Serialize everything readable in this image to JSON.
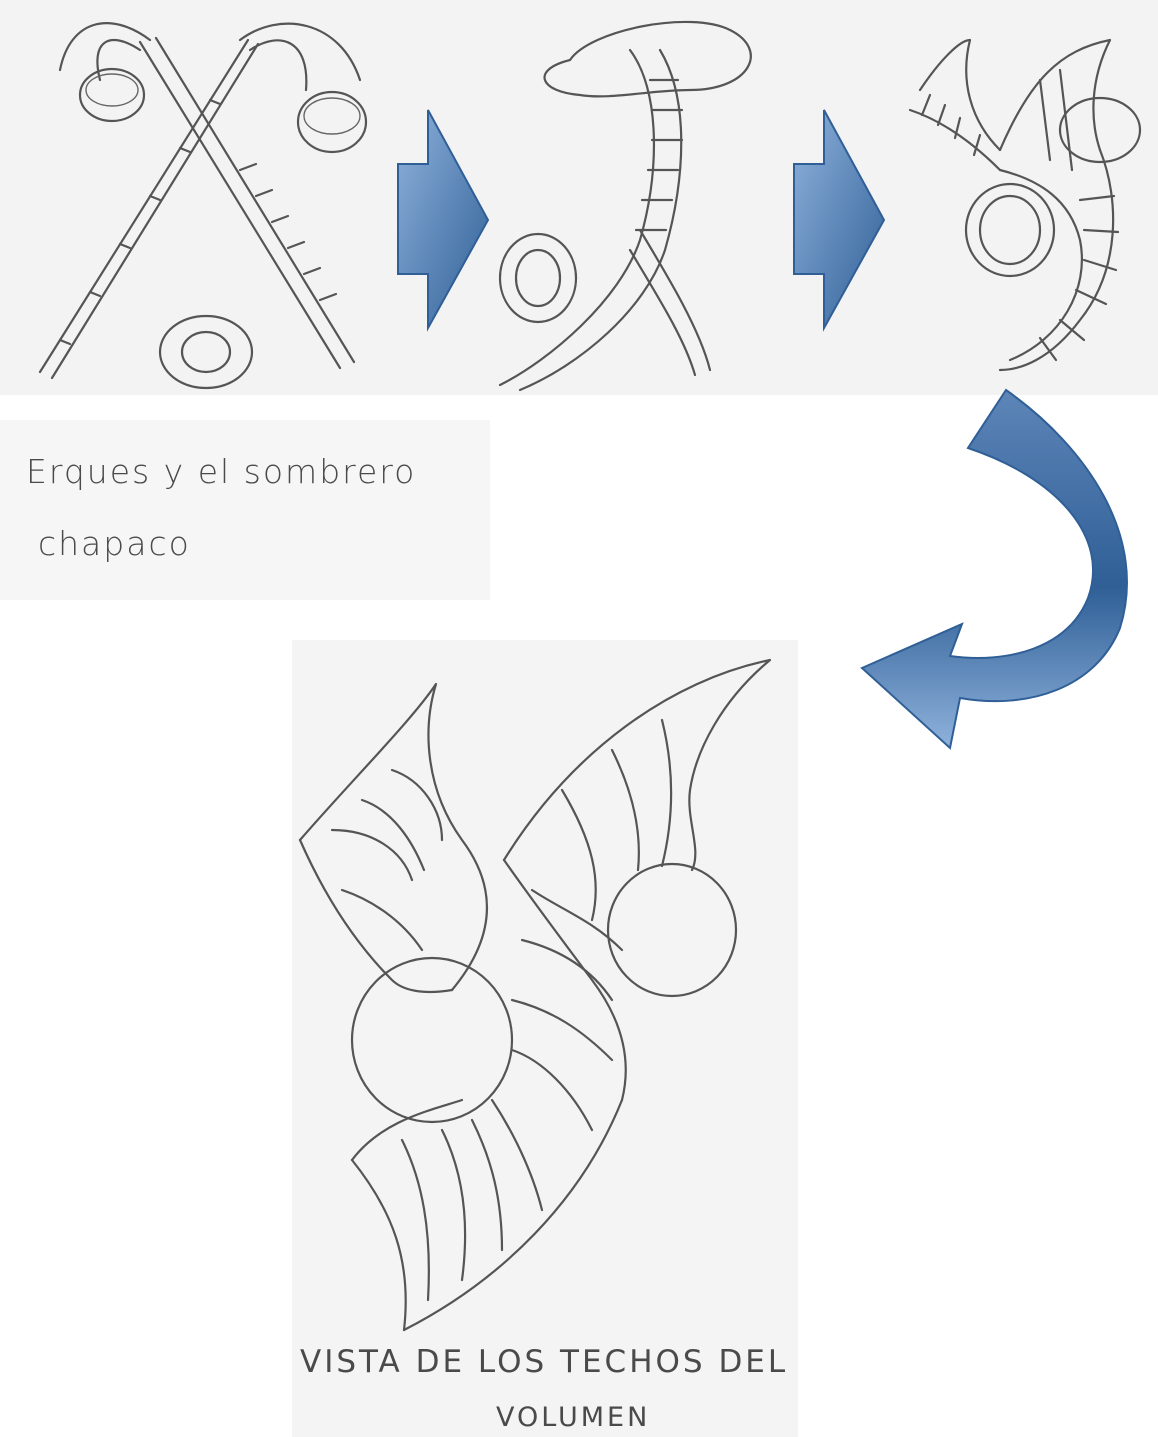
{
  "captions": {
    "sketch_1_line_1": "Erques y el sombrero",
    "sketch_1_line_2": "chapaco",
    "final_line_1": "VISTA DE LOS TECHOS DEL",
    "final_line_2": "VOLUMEN"
  },
  "colors": {
    "arrow_light": "#8fb2dc",
    "arrow_dark": "#2f5f96",
    "pencil": "#555555",
    "paper": "#f3f3f3"
  }
}
